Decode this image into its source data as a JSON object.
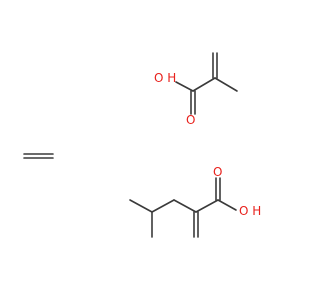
{
  "molecules": [
    {
      "id": "methacrylic-acid",
      "labels": {
        "hydroxyl": "O H",
        "carbonyl": "O"
      }
    },
    {
      "id": "ethylene",
      "labels": {}
    },
    {
      "id": "isobutyl-acrylic-acid",
      "labels": {
        "hydroxyl": "O H",
        "carbonyl": "O"
      }
    }
  ],
  "colors": {
    "bond": "#3a3a3a",
    "heteroatom": "#e8221d",
    "background": "#ffffff"
  }
}
